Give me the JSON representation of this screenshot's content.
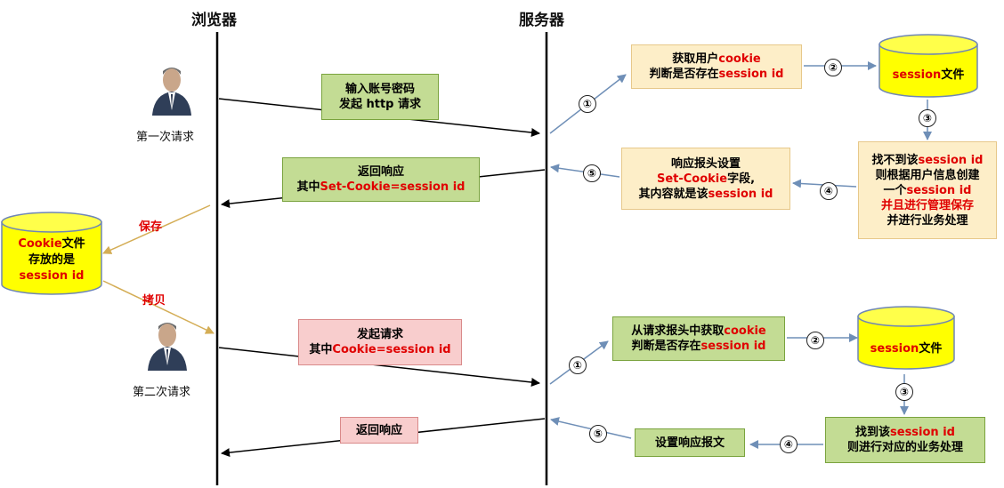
{
  "headers": {
    "browser": "浏览器",
    "server": "服务器"
  },
  "persons": {
    "first": "第一次请求",
    "second": "第二次请求"
  },
  "cookie_store": {
    "line1_red": "Cookie",
    "line1_black": "文件",
    "line2": "存放的是",
    "line3_red": "session id"
  },
  "arrow_labels": {
    "save": "保存",
    "copy": "拷贝"
  },
  "first_flow": {
    "request_box": {
      "line1": "输入账号密码",
      "line2": "发起 http 请求"
    },
    "response_box": {
      "line1": "返回响应",
      "line2_black": "其中",
      "line2_red": "Set-Cookie=session id"
    },
    "get_cookie": {
      "l1_black": "获取用户",
      "l1_red": "cookie",
      "l2_black": "判断是否存在",
      "l2_red": "session id"
    },
    "session_file": {
      "red": "session",
      "black": "文件"
    },
    "create": {
      "l1_black": "找不到该",
      "l1_red": "session id",
      "l2": "则根据用户信息创建",
      "l3_black": "一个",
      "l3_red": "session id",
      "l4_red": "并且进行管理保存",
      "l5": "并进行业务处理"
    },
    "set_header": {
      "l1": "响应报头设置",
      "l2_red": "Set-Cookie",
      "l2_black": "字段,",
      "l3_black": "其内容就是该",
      "l3_red": "session id"
    }
  },
  "second_flow": {
    "request_box": {
      "line1": "发起请求",
      "line2_black": "其中",
      "line2_red": "Cookie=session id"
    },
    "response_box": {
      "line1": "返回响应"
    },
    "get_cookie": {
      "l1_black": "从请求报头中获取",
      "l1_red": "cookie",
      "l2_black": "判断是否存在",
      "l2_red": "session id"
    },
    "session_file": {
      "red": "session",
      "black": "文件"
    },
    "found": {
      "l1_black": "找到该",
      "l1_red": "session id",
      "l2": "则进行对应的业务处理"
    },
    "set_response": {
      "l1": "设置响应报文"
    }
  },
  "steps": [
    "①",
    "②",
    "③",
    "④",
    "⑤"
  ]
}
